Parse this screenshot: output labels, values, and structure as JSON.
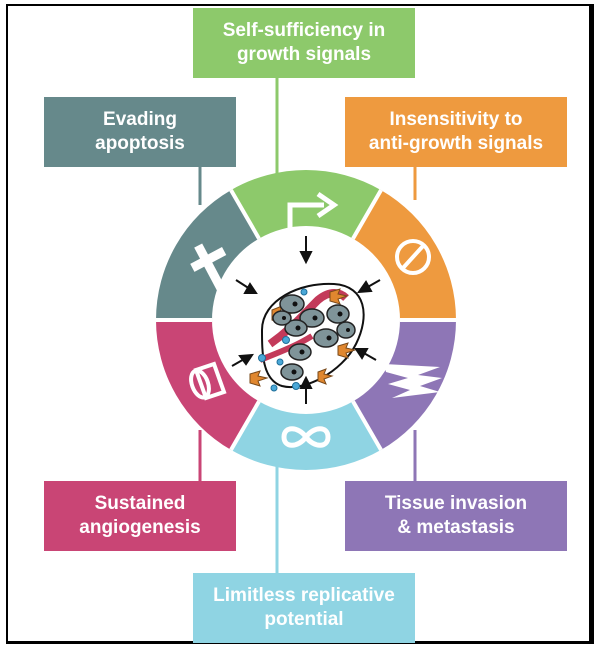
{
  "hallmarks": {
    "self_sufficiency": "Self-sufficiency in\ngrowth signals",
    "insensitivity": "Insensitivity to\nanti-growth signals",
    "tissue_invasion": "Tissue invasion\n& metastasis",
    "limitless_replication": "Limitless replicative\npotential",
    "angiogenesis": "Sustained\nangiogenesis",
    "evading_apoptosis": "Evading\napoptosis"
  },
  "colors": {
    "green": "#8dc96b",
    "orange": "#ee9a3f",
    "purple": "#8e76b6",
    "light_blue": "#8fd4e3",
    "magenta": "#c94575",
    "slate": "#66898b",
    "vessel": "#c33a5a",
    "cell": "#7f9499",
    "stroma": "#e0872f"
  },
  "icons": {
    "self_sufficiency": "bent-arrow-icon",
    "insensitivity": "no-entry-icon",
    "tissue_invasion": "jagged-crack-icon",
    "limitless_replication": "infinity-icon",
    "angiogenesis": "vessel-tube-icon",
    "evading_apoptosis": "cross-icon"
  }
}
